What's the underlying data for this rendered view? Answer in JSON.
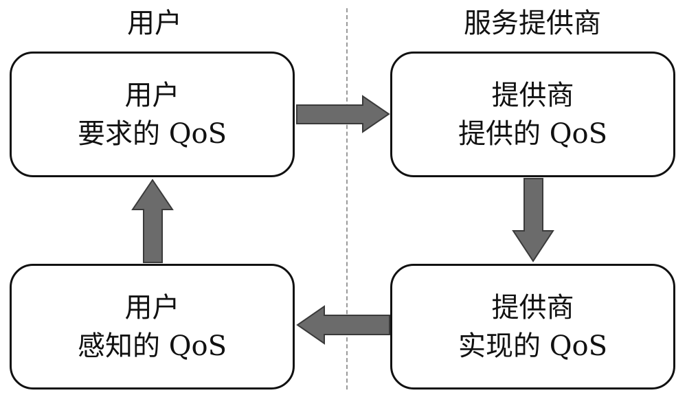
{
  "headers": {
    "user": "用户",
    "provider": "服务提供商"
  },
  "boxes": {
    "user_required": {
      "line1": "用户",
      "line2": "要求的 QoS"
    },
    "provider_offered": {
      "line1": "提供商",
      "line2": "提供的 QoS"
    },
    "provider_achieved": {
      "line1": "提供商",
      "line2": "实现的 QoS"
    },
    "user_perceived": {
      "line1": "用户",
      "line2": "感知的 QoS"
    }
  },
  "colors": {
    "arrow_fill": "#6b6b6b",
    "arrow_stroke": "#3a3a3a",
    "box_border": "#111111",
    "divider": "#9a9a9a"
  }
}
